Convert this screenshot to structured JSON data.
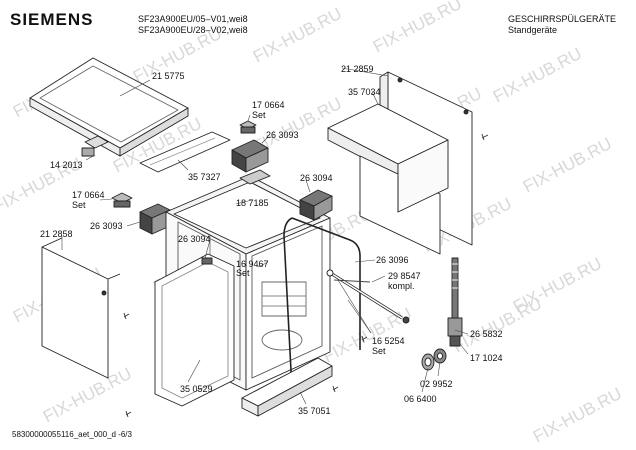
{
  "brand": "SIEMENS",
  "models": [
    "SF23A900EU/05–V01,wei8",
    "SF23A900EU/28–V02,wei8"
  ],
  "category": [
    "GESCHIRRSPÜLGERÄTE",
    "Standgeräte"
  ],
  "watermark": "FIX-HUB.RU",
  "footer": "58300000055116_aet_000_d     -6/3",
  "parts": {
    "p215775": "21 5775",
    "p170664a": "17 0664",
    "p170664a_set": "Set",
    "p263093a": "26 3093",
    "p142013": "14 2013",
    "p357327": "35 7327",
    "p170664b": "17 0664",
    "p170664b_set": "Set",
    "p263093b": "26 3093",
    "p212858": "21 2858",
    "p263094a": "26 3094",
    "p187185": "18 7185",
    "p263094b": "26 3094",
    "p169467": "16 9467",
    "p169467_set": "Set",
    "p212859": "21 2859",
    "p357034": "35 7034",
    "p263096": "26 3096",
    "p298547": "29 8547",
    "p298547_kompl": "kompl.",
    "p165254": "16 5254",
    "p165254_set": "Set",
    "p265832": "26 5832",
    "p171024": "17 1024",
    "p029952": "02 9952",
    "p066400": "06 6400",
    "p350529": "35 0529",
    "p357051": "35 7051"
  }
}
